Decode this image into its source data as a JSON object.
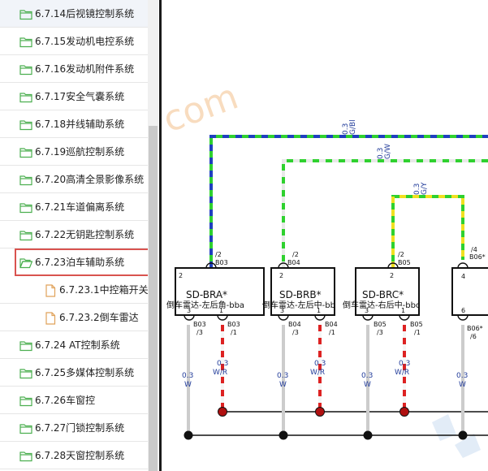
{
  "tree": {
    "items": [
      {
        "label": "6.7.14后视镜控制系统",
        "type": "folder",
        "level": 0
      },
      {
        "label": "6.7.15发动机电控系统",
        "type": "folder",
        "level": 0
      },
      {
        "label": "6.7.16发动机附件系统",
        "type": "folder",
        "level": 0
      },
      {
        "label": "6.7.17安全气囊系统",
        "type": "folder",
        "level": 0
      },
      {
        "label": "6.7.18并线辅助系统",
        "type": "folder",
        "level": 0
      },
      {
        "label": "6.7.19巡航控制系统",
        "type": "folder",
        "level": 0
      },
      {
        "label": "6.7.20高清全景影像系统",
        "type": "folder",
        "level": 0
      },
      {
        "label": "6.7.21车道偏离系统",
        "type": "folder",
        "level": 0
      },
      {
        "label": "6.7.22无钥匙控制系统",
        "type": "folder",
        "level": 0
      },
      {
        "label": "6.7.23泊车辅助系统",
        "type": "folder-open",
        "level": 0,
        "selected": true
      },
      {
        "label": "6.7.23.1中控箱开关",
        "type": "file",
        "level": 1
      },
      {
        "label": "6.7.23.2倒车雷达",
        "type": "file",
        "level": 1
      },
      {
        "label": "6.7.24 AT控制系统",
        "type": "folder",
        "level": 0
      },
      {
        "label": "6.7.25多媒体控制系统",
        "type": "folder",
        "level": 0
      },
      {
        "label": "6.7.26车窗控",
        "type": "folder",
        "level": 0
      },
      {
        "label": "6.7.27门锁控制系统",
        "type": "folder",
        "level": 0
      },
      {
        "label": "6.7.28天窗控制系统",
        "type": "folder",
        "level": 0
      }
    ]
  },
  "colors": {
    "folder": "#4caf50",
    "file": "#e0a25a",
    "selected_border": "#d9534f",
    "wire_gb": "#2fd12f",
    "wire_gb_dash": "#1f3fbf",
    "wire_gw": "#2fd12f",
    "wire_gy": "#2fd12f",
    "wire_gy_dash": "#f0e020",
    "wire_w": "#cccccc",
    "wire_wr": "#dd2222",
    "watermark": "#f0b070"
  },
  "diagram": {
    "watermark_text": "com",
    "wires": {
      "gb": {
        "size": "0.3",
        "color": "G/Bl"
      },
      "gw": {
        "size": "0.3",
        "color": "G/W"
      },
      "gy": {
        "size": "0.3",
        "color": "G/Y"
      },
      "w": {
        "size": "0.3",
        "color": "W"
      },
      "wr": {
        "size": "0.3",
        "color": "W/R"
      }
    },
    "modules": [
      {
        "id": "SD-BRA*",
        "desc": "倒车雷达-左后角-bba",
        "top_pin": "2",
        "pin_a": "3",
        "pin_b": "1",
        "conn_top": "/2",
        "conn_top_b": "B03",
        "conn_l": "B03",
        "conn_l_pin": "/3",
        "conn_r": "B03",
        "conn_r_pin": "/1"
      },
      {
        "id": "SD-BRB*",
        "desc": "倒车雷达-左后中-bb",
        "top_pin": "2",
        "pin_a": "3",
        "pin_b": "1",
        "conn_top": "/2",
        "conn_top_b": "B04",
        "conn_l": "B04",
        "conn_l_pin": "/3",
        "conn_r": "B04",
        "conn_r_pin": "/1"
      },
      {
        "id": "SD-BRC*",
        "desc": "倒车雷达-右后中-bbc",
        "top_pin": "2",
        "pin_a": "3",
        "pin_b": "1",
        "conn_top": "/2",
        "conn_top_b": "B05",
        "conn_l": "B05",
        "conn_l_pin": "/3",
        "conn_r": "B05",
        "conn_r_pin": "/1"
      }
    ],
    "right_module": {
      "top_pin": "4",
      "bottom_pin": "6",
      "conn_top": "/4",
      "conn_top_b": "B06*",
      "conn_bot": "B06*",
      "conn_bot_pin": "/6"
    }
  }
}
